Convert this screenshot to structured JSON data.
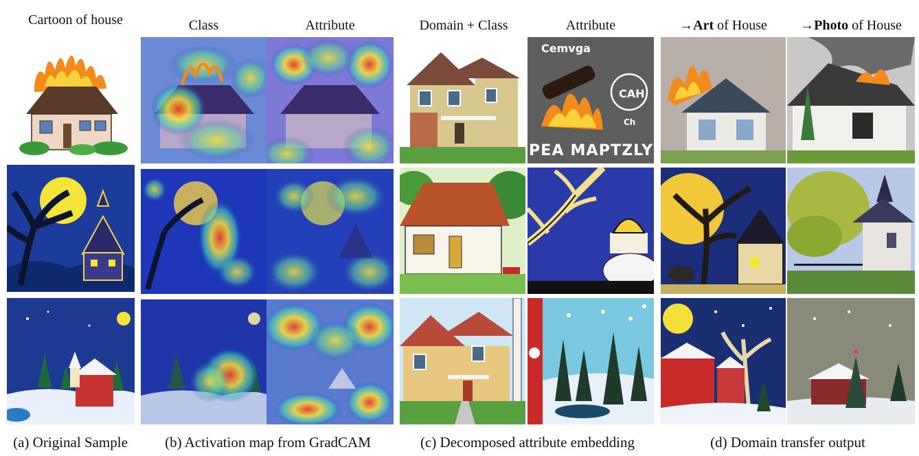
{
  "headers": {
    "cartoon": "Cartoon of house",
    "class1": "Class",
    "attr1": "Attribute",
    "domain_class": "Domain + Class",
    "attr2": "Attribute",
    "art_arrow": "→",
    "art_bold": "Art",
    "art_rest": " of House",
    "photo_arrow": "→",
    "photo_bold": "Photo",
    "photo_rest": " of House"
  },
  "captions": {
    "a": "(a) Original Sample",
    "b": "(b) Activation map from GradCAM",
    "c": "(c) Decomposed attribute embedding",
    "d": "(d) Domain transfer output"
  },
  "tile_text": {
    "sign_top": "Cemvga",
    "sign_circle": "CAH",
    "sign_small": "Ch",
    "sign_bottom": "PEA MAPTZLY"
  },
  "colors": {
    "sky_night": "#1b3c9a",
    "moon": "#f5e43a",
    "fire": "#f28a1c",
    "heat_red": "#e8402a",
    "heat_yellow": "#f6e23a",
    "heat_blue": "#2838b8"
  }
}
